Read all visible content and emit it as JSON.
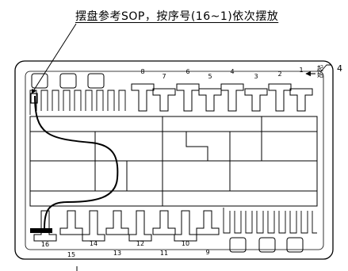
{
  "instruction": {
    "text": "摆盘参考SOP，按序号(16~1)依次摆放"
  },
  "edge_label": "4",
  "start_label": "起始",
  "numbers": [
    "1",
    "2",
    "3",
    "4",
    "5",
    "6",
    "7",
    "8",
    "9",
    "10",
    "11",
    "12",
    "13",
    "14",
    "15",
    "16"
  ],
  "colors": {
    "line": "#000000",
    "background": "#ffffff"
  },
  "icons": {
    "direction": "arrow-left-icon"
  }
}
